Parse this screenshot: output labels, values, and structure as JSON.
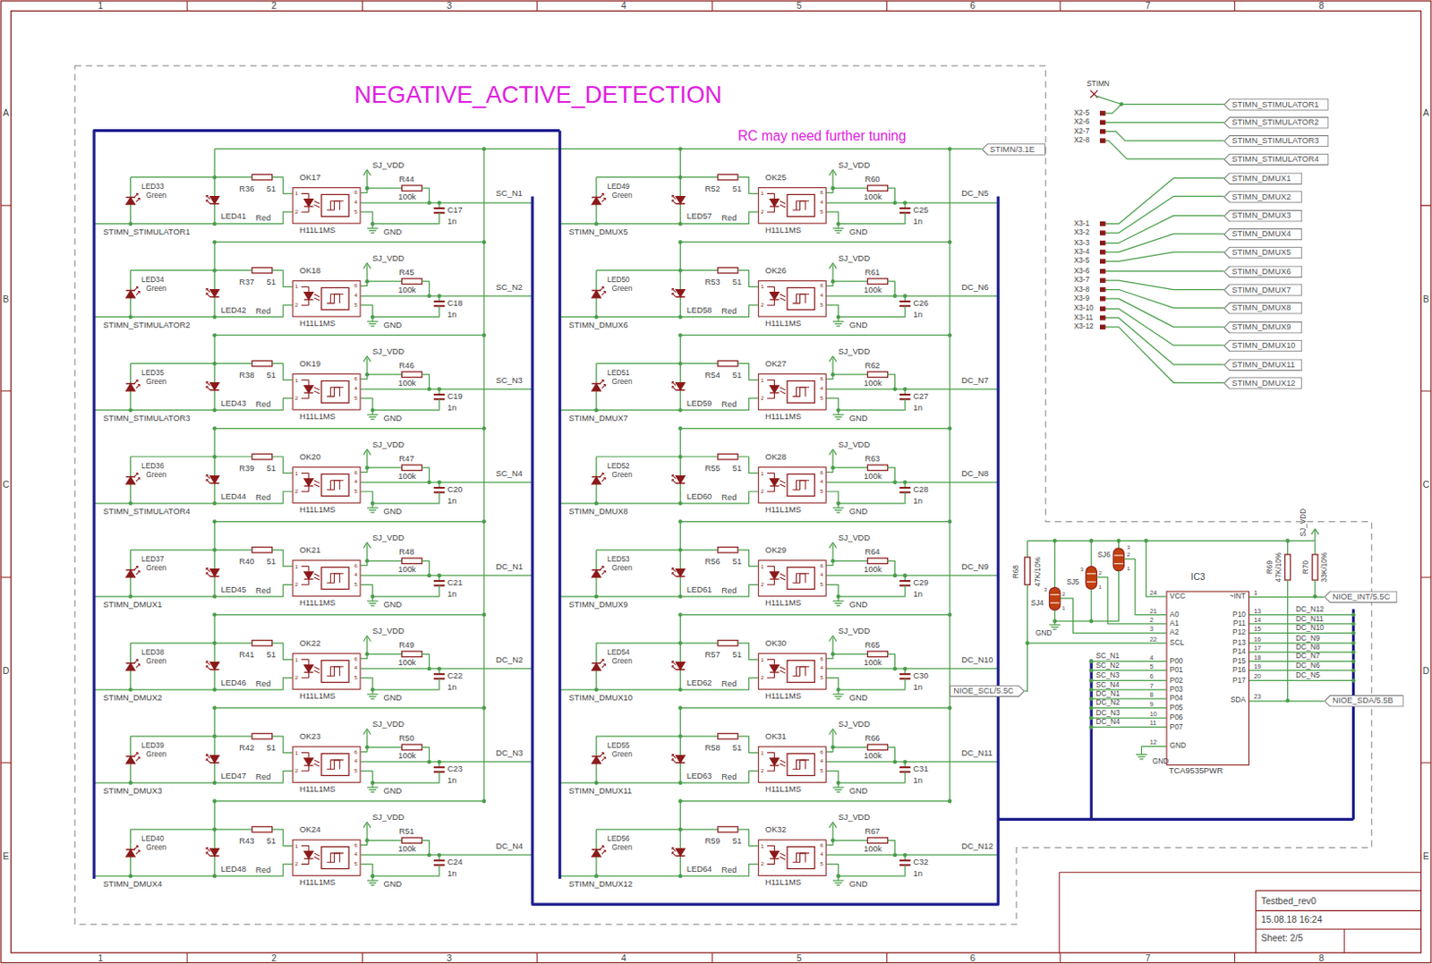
{
  "diagram": {
    "title": "NEGATIVE_ACTIVE_DETECTION",
    "nodes": [
      {
        "text": [
          "OK17",
          "H11L1MS"
        ]
      },
      {
        "text": [
          "OK18",
          "H11L1MS"
        ]
      },
      {
        "text": [
          "OK19",
          "H11L1MS"
        ]
      },
      {
        "text": [
          "OK20",
          "H11L1MS"
        ]
      },
      {
        "text": [
          "OK21",
          "H11L1MS"
        ]
      },
      {
        "text": [
          "OK22",
          "H11L1MS"
        ]
      },
      {
        "text": [
          "OK23",
          "H11L1MS"
        ]
      },
      {
        "text": [
          "OK24",
          "H11L1MS"
        ]
      },
      {
        "text": [
          "OK25",
          "H11L1MS"
        ]
      },
      {
        "text": [
          "OK26",
          "H11L1MS"
        ]
      },
      {
        "text": [
          "OK27",
          "H11L1MS"
        ]
      },
      {
        "text": [
          "OK28",
          "H11L1MS"
        ]
      },
      {
        "text": [
          "OK29",
          "H11L1MS"
        ]
      },
      {
        "text": [
          "OK30",
          "H11L1MS"
        ]
      },
      {
        "text": [
          "OK31",
          "H11L1MS"
        ]
      },
      {
        "text": [
          "OK32",
          "H11L1MS"
        ]
      },
      {
        "text": [
          "STIMN/3.1E"
        ]
      },
      {
        "text": [
          "STIMN_STIMULATOR1"
        ]
      },
      {
        "text": [
          "STIMN_STIMULATOR2"
        ]
      },
      {
        "text": [
          "STIMN_STIMULATOR3"
        ]
      },
      {
        "text": [
          "STIMN_STIMULATOR4"
        ]
      },
      {
        "text": [
          "STIMN_DMUX1"
        ]
      },
      {
        "text": [
          "STIMN_DMUX2"
        ]
      },
      {
        "text": [
          "STIMN_DMUX3"
        ]
      },
      {
        "text": [
          "STIMN_DMUX4"
        ]
      },
      {
        "text": [
          "STIMN_DMUX5"
        ]
      },
      {
        "text": [
          "STIMN_DMUX6"
        ]
      },
      {
        "text": [
          "STIMN_DMUX7"
        ]
      },
      {
        "text": [
          "STIMN_DMUX8"
        ]
      },
      {
        "text": [
          "STIMN_DMUX9"
        ]
      },
      {
        "text": [
          "STIMN_DMUX10"
        ]
      },
      {
        "text": [
          "STIMN_DMUX11"
        ]
      },
      {
        "text": [
          "STIMN_DMUX12"
        ]
      },
      {
        "text": [
          "NIOE_INT/5.5C"
        ]
      },
      {
        "text": [
          "NIOE_SCL/5.5C"
        ]
      },
      {
        "text": [
          "NIOE_SDA/5.5B"
        ]
      },
      {
        "text": [
          "IC3",
          "TCA9535PWR"
        ]
      }
    ],
    "edges": [
      {
        "from": 33,
        "to": 36,
        "arrow": "none"
      },
      {
        "from": 34,
        "to": 36,
        "arrow": "none"
      },
      {
        "from": 35,
        "to": 36,
        "arrow": "none"
      }
    ],
    "labels": [
      "LED33",
      "Green",
      "R36",
      "51",
      "SJ_VDD",
      "R44",
      "100k",
      "1",
      "6",
      "4",
      "2",
      "5",
      "C17",
      "SC_N1",
      "LED41",
      "Red",
      "1n",
      "GND",
      "STIMN_STIMULATOR1",
      "LED34",
      "Green",
      "R37",
      "51",
      "SJ_VDD",
      "R45",
      "100k",
      "1",
      "6",
      "4",
      "2",
      "5",
      "C18",
      "SC_N2",
      "LED42",
      "Red",
      "1n",
      "GND",
      "STIMN_STIMULATOR2",
      "LED35",
      "Green",
      "R38",
      "51",
      "SJ_VDD",
      "R46",
      "100k",
      "1",
      "6",
      "4",
      "2",
      "5",
      "C19",
      "SC_N3",
      "LED43",
      "Red",
      "1n",
      "GND",
      "STIMN_STIMULATOR3",
      "LED36",
      "Green",
      "R39",
      "51",
      "SJ_VDD",
      "R47",
      "100k",
      "1",
      "6",
      "4",
      "2",
      "5",
      "C20",
      "SC_N4",
      "LED44",
      "Red",
      "1n",
      "GND",
      "STIMN_STIMULATOR4",
      "LED37",
      "Green",
      "R40",
      "51",
      "SJ_VDD",
      "R48",
      "100k",
      "1",
      "6",
      "4",
      "2",
      "5",
      "C21",
      "DC_N1",
      "LED45",
      "Red",
      "1n",
      "GND",
      "STIMN_DMUX1",
      "LED38",
      "Green",
      "R41",
      "51",
      "SJ_VDD",
      "R49",
      "100k",
      "1",
      "6",
      "4",
      "2",
      "5",
      "C22",
      "DC_N2",
      "LED46",
      "Red",
      "1n",
      "GND",
      "STIMN_DMUX2",
      "LED39",
      "Green",
      "R42",
      "51",
      "SJ_VDD",
      "R50",
      "100k",
      "1",
      "6",
      "4",
      "2",
      "5",
      "C23",
      "DC_N3",
      "LED47",
      "Red",
      "1n",
      "GND",
      "STIMN_DMUX3",
      "LED40",
      "Green",
      "R43",
      "51",
      "SJ_VDD",
      "R51",
      "100k",
      "1",
      "6",
      "4",
      "2",
      "5",
      "C24",
      "DC_N4",
      "LED48",
      "Red",
      "1n",
      "GND",
      "STIMN_DMUX4",
      "LED49",
      "Green",
      "R52",
      "51",
      "SJ_VDD",
      "R60",
      "100k",
      "1",
      "6",
      "4",
      "2",
      "5",
      "C25",
      "DC_N5",
      "LED57",
      "Red",
      "1n",
      "GND",
      "STIMN_DMUX5",
      "LED50",
      "Green",
      "R53",
      "51",
      "SJ_VDD",
      "R61",
      "100k",
      "1",
      "6",
      "4",
      "2",
      "5",
      "C26",
      "DC_N6",
      "LED58",
      "Red",
      "1n",
      "GND",
      "STIMN_DMUX6",
      "LED51",
      "Green",
      "R54",
      "51",
      "SJ_VDD",
      "R62",
      "100k",
      "1",
      "6",
      "4",
      "2",
      "5",
      "C27",
      "DC_N7",
      "LED59",
      "Red",
      "1n",
      "GND",
      "STIMN_DMUX7",
      "LED52",
      "Green",
      "R55",
      "51",
      "SJ_VDD",
      "R63",
      "100k",
      "1",
      "6",
      "4",
      "2",
      "5",
      "C28",
      "DC_N8",
      "LED60",
      "Red",
      "1n",
      "GND",
      "STIMN_DMUX8",
      "LED53",
      "Green",
      "R56",
      "51",
      "SJ_VDD",
      "R64",
      "100k",
      "1",
      "6",
      "4",
      "2",
      "5",
      "C29",
      "DC_N9",
      "LED61",
      "Red",
      "1n",
      "GND",
      "STIMN_DMUX9",
      "LED54",
      "Green",
      "R57",
      "51",
      "SJ_VDD",
      "R65",
      "100k",
      "1",
      "6",
      "4",
      "2",
      "5",
      "C30",
      "DC_N10",
      "LED62",
      "Red",
      "1n",
      "GND",
      "STIMN_DMUX10",
      "LED55",
      "Green",
      "R58",
      "51",
      "SJ_VDD",
      "R66",
      "100k",
      "1",
      "6",
      "4",
      "2",
      "5",
      "C31",
      "DC_N11",
      "LED63",
      "Red",
      "1n",
      "GND",
      "STIMN_DMUX11",
      "LED56",
      "Green",
      "R59",
      "51",
      "SJ_VDD",
      "R67",
      "100k",
      "1",
      "6",
      "4",
      "2",
      "5",
      "C32",
      "DC_N12",
      "LED64",
      "Red",
      "1n",
      "GND",
      "STIMN_DMUX12",
      "RC may need further tuning",
      "STIMN",
      "X2-5",
      "X2-6",
      "X2-7",
      "X2-8",
      "X3-1",
      "X3-2",
      "X3-3",
      "X3-4",
      "X3-5",
      "X3-6",
      "X3-7",
      "X3-8",
      "X3-9",
      "X3-10",
      "X3-11",
      "X3-12",
      "VCC",
      "A0",
      "A1",
      "A2",
      "SCL",
      "P00",
      "P01",
      "P02",
      "P03",
      "P04",
      "P05",
      "P06",
      "P07",
      "GND",
      "~INT",
      "P10",
      "P11",
      "P12",
      "P13",
      "P14",
      "P15",
      "P16",
      "P17",
      "SDA",
      "24",
      "21",
      "2",
      "3",
      "22",
      "4",
      "5",
      "6",
      "7",
      "8",
      "9",
      "10",
      "11",
      "12",
      "1",
      "13",
      "14",
      "15",
      "16",
      "17",
      "18",
      "19",
      "20",
      "23",
      "DC_N12",
      "DC_N11",
      "DC_N10",
      "DC_N9",
      "DC_N8",
      "DC_N7",
      "DC_N6",
      "DC_N5",
      "SC_N1",
      "SC_N2",
      "SC_N3",
      "SC_N4",
      "DC_N1",
      "DC_N2",
      "DC_N3",
      "DC_N4",
      "R68",
      "47K/10%",
      "R69",
      "47K/10%",
      "R70",
      "33K/10%",
      "SJ_VDD",
      "SJ4",
      "SJ5",
      "SJ6",
      "3",
      "2",
      "1",
      "3",
      "2",
      "1",
      "3",
      "2",
      "1",
      "GND",
      "GND",
      "Testbed_rev0",
      "15.08.18 16:24",
      "Sheet: 2/5",
      "1",
      "2",
      "3",
      "4",
      "5",
      "6",
      "7",
      "8",
      "1",
      "2",
      "3",
      "4",
      "5",
      "6",
      "7",
      "8",
      "A",
      "B",
      "C",
      "D",
      "E",
      "A",
      "B",
      "C",
      "D",
      "E"
    ]
  }
}
